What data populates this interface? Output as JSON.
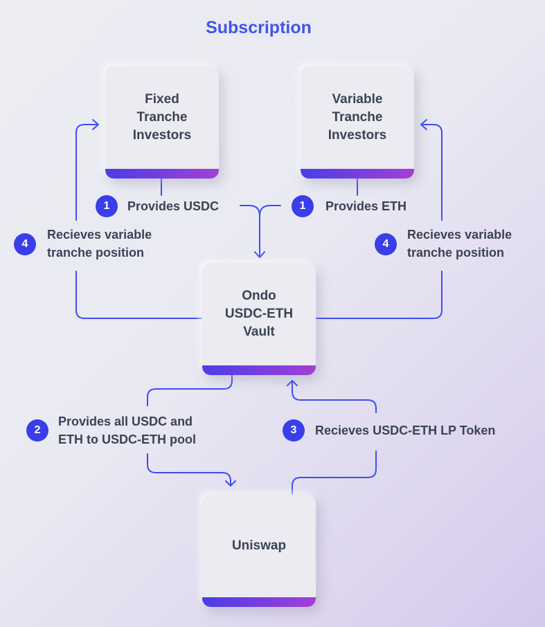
{
  "title": "Subscription",
  "nodes": {
    "fixed": "Fixed\nTranche\nInvestors",
    "variable": "Variable\nTranche\nInvestors",
    "vault": "Ondo\nUSDC-ETH\nVault",
    "uniswap": "Uniswap"
  },
  "steps": {
    "s1a": {
      "num": "1",
      "label": "Provides USDC"
    },
    "s1b": {
      "num": "1",
      "label": "Provides ETH"
    },
    "s4a": {
      "num": "4",
      "label": "Recieves variable\ntranche position"
    },
    "s4b": {
      "num": "4",
      "label": "Recieves variable\ntranche position"
    },
    "s2": {
      "num": "2",
      "label": "Provides all USDC and\nETH to USDC-ETH pool"
    },
    "s3": {
      "num": "3",
      "label": "Recieves USDC-ETH LP Token"
    }
  },
  "colors": {
    "accent": "#3d4cf0",
    "title": "#4353ea"
  }
}
